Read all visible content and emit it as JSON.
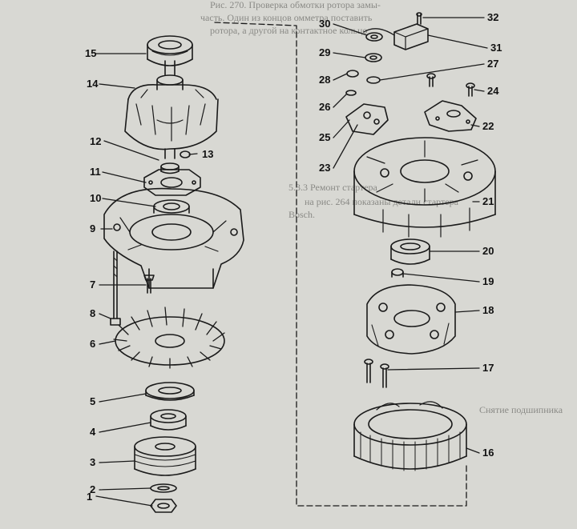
{
  "callouts": [
    {
      "id": "1",
      "label": "1"
    },
    {
      "id": "2",
      "label": "2"
    },
    {
      "id": "3",
      "label": "3"
    },
    {
      "id": "4",
      "label": "4"
    },
    {
      "id": "5",
      "label": "5"
    },
    {
      "id": "6",
      "label": "6"
    },
    {
      "id": "7",
      "label": "7"
    },
    {
      "id": "8",
      "label": "8"
    },
    {
      "id": "9",
      "label": "9"
    },
    {
      "id": "10",
      "label": "10"
    },
    {
      "id": "11",
      "label": "11"
    },
    {
      "id": "12",
      "label": "12"
    },
    {
      "id": "13",
      "label": "13"
    },
    {
      "id": "14",
      "label": "14"
    },
    {
      "id": "15",
      "label": "15"
    },
    {
      "id": "16",
      "label": "16"
    },
    {
      "id": "17",
      "label": "17"
    },
    {
      "id": "18",
      "label": "18"
    },
    {
      "id": "19",
      "label": "19"
    },
    {
      "id": "20",
      "label": "20"
    },
    {
      "id": "21",
      "label": "21"
    },
    {
      "id": "22",
      "label": "22"
    },
    {
      "id": "23",
      "label": "23"
    },
    {
      "id": "24",
      "label": "24"
    },
    {
      "id": "25",
      "label": "25"
    },
    {
      "id": "26",
      "label": "26"
    },
    {
      "id": "27",
      "label": "27"
    },
    {
      "id": "28",
      "label": "28"
    },
    {
      "id": "29",
      "label": "29"
    },
    {
      "id": "30",
      "label": "30"
    },
    {
      "id": "31",
      "label": "31"
    },
    {
      "id": "32",
      "label": "32"
    }
  ],
  "background_text": {
    "top_caption": "Рис. 270. Проверка обмотки ротора замы-",
    "top_line_2": "часть. Один из концов омметра поставить",
    "top_line_3": "ротора, а другой на контактное кольцо",
    "heading_starter": "5.3.3 Ремонт стартера",
    "starter_line": "на рис. 264 показаны детали стартера",
    "bosch": "Bosch.",
    "bottom_heading": "Снятие подшипника"
  },
  "colors": {
    "paper": "#d8d8d3",
    "ink": "#1a1a1a",
    "ghost": "#8a8a86"
  }
}
